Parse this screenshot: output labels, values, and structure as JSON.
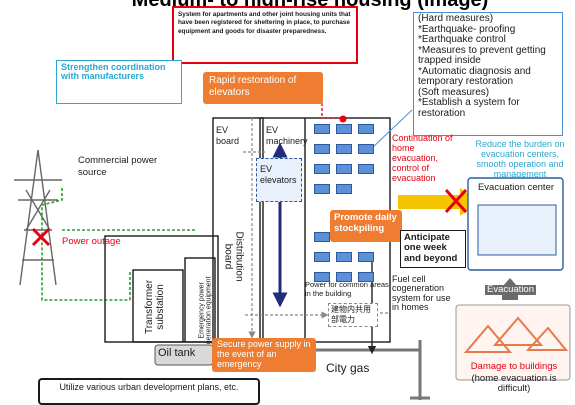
{
  "title": "Medium- to high-rise housing (image)",
  "callouts": {
    "shelter_note": "System for apartments and other joint housing units that have been registered for sheltering in place, to purchase equipment and goods for disaster preparedness.",
    "strengthen": "Strengthen coordination with manufacturers",
    "rapid_restoration": "Rapid restoration of elevators",
    "promote_stockpiling": "Promote daily stockpiling",
    "anticipate": "Anticipate one week and beyond",
    "secure_power": "Secure power supply in the event of an emergency",
    "urban_dev": "Utilize various urban development plans, etc."
  },
  "measures": {
    "hard_header": "(Hard measures)",
    "hard_items": [
      "*Earthquake- proofing",
      "*Earthquake control",
      "*Measures to prevent getting trapped inside",
      "*Automatic diagnosis and temporary restoration"
    ],
    "soft_header": "(Soft measures)",
    "soft_items": [
      "*Establish a system for restoration"
    ]
  },
  "labels": {
    "ev_board": "EV board",
    "ev_machinery": "EV machinery",
    "ev_elevators": "EV elevators",
    "commercial_power": "Commercial power source",
    "power_outage": "Power outage",
    "transformer": "Transformer substation",
    "distribution_board": "Distribution board",
    "emergency_power": "Emergency power generation equipment",
    "common_power": "Power for common areas in the building",
    "common_power_jp": "建物内共用部電力",
    "fuel_cell": "Fuel cell cogeneration system for use in homes",
    "oil_tank": "Oil tank",
    "city_gas": "City gas",
    "continuation": "Continuation of home evacuation, control of evacuation",
    "reduce_burden": "Reduce the burden on evacuation centers, smooth operation and management",
    "evacuation_center": "Evacuation center",
    "evacuation": "Evacuation",
    "damage_title": "Damage to buildings",
    "damage_note": "(home evacuation is difficult)"
  },
  "colors": {
    "orange": "#ee7d31",
    "red": "#e60012",
    "cyan": "#2aa8cf",
    "window_blue": "#5b8fd6",
    "green_dashed": "#2aa02a",
    "yellow_arrow": "#f5c400",
    "navy_arrow": "#1f2d7a"
  }
}
